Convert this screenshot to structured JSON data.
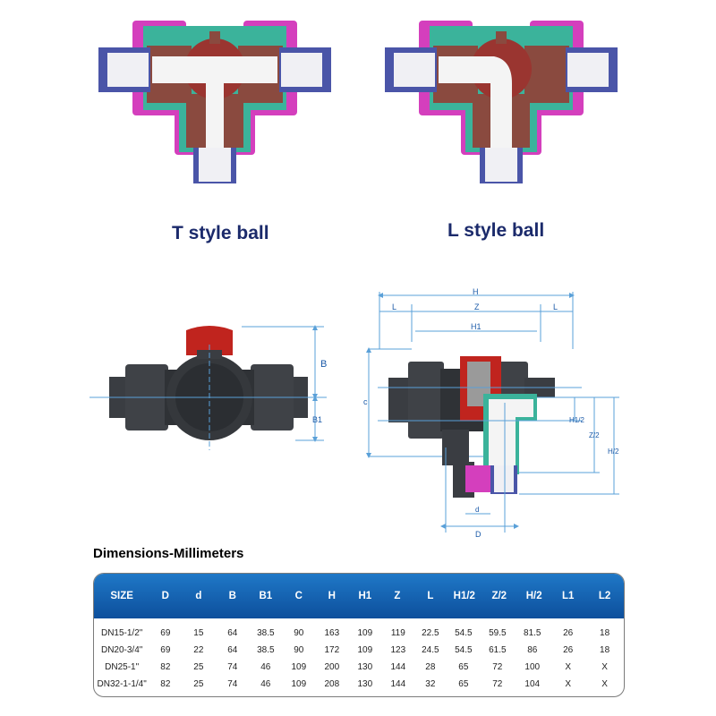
{
  "captions": {
    "t_style": "T style ball",
    "l_style": "L style ball"
  },
  "dimension_labels": {
    "B": "B",
    "B1": "B1",
    "H": "H",
    "L_left": "L",
    "L_right": "L",
    "Z": "Z",
    "H1": "H1",
    "C": "c",
    "H1_2": "H1/2",
    "Z_2": "Z/2",
    "H_2": "H/2",
    "d": "d",
    "D": "D"
  },
  "table": {
    "title": "Dimensions-Millimeters",
    "headers": [
      "SIZE",
      "D",
      "d",
      "B",
      "B1",
      "C",
      "H",
      "H1",
      "Z",
      "L",
      "H1/2",
      "Z/2",
      "H/2",
      "L1",
      "L2"
    ],
    "rows": [
      [
        "DN15-1/2\"",
        "69",
        "15",
        "64",
        "38.5",
        "90",
        "163",
        "109",
        "119",
        "22.5",
        "54.5",
        "59.5",
        "81.5",
        "26",
        "18"
      ],
      [
        "DN20-3/4\"",
        "69",
        "22",
        "64",
        "38.5",
        "90",
        "172",
        "109",
        "123",
        "24.5",
        "54.5",
        "61.5",
        "86",
        "26",
        "18"
      ],
      [
        "DN25-1\"",
        "82",
        "25",
        "74",
        "46",
        "109",
        "200",
        "130",
        "144",
        "28",
        "65",
        "72",
        "100",
        "X",
        "X"
      ],
      [
        "DN32-1-1/4\"",
        "82",
        "25",
        "74",
        "46",
        "109",
        "208",
        "130",
        "144",
        "32",
        "65",
        "72",
        "104",
        "X",
        "X"
      ]
    ]
  },
  "colors": {
    "pvc_red": "#c0241e",
    "magenta": "#d43fbd",
    "teal": "#3bb39b",
    "brown": "#8a4a3f",
    "blue": "#4a55a8",
    "body_dark": "#3a3d42",
    "dim_line": "#5aa0d8",
    "header_blue": "#0d4f9c"
  }
}
